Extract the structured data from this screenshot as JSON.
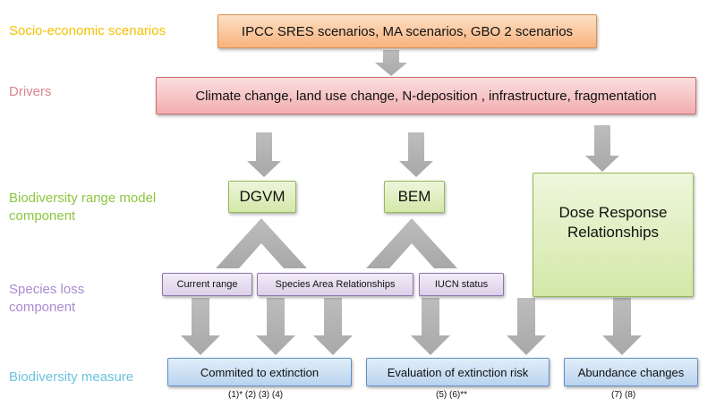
{
  "row_labels": {
    "socio_economic": "Socio-economic scenarios",
    "drivers": "Drivers",
    "range_model_line1": "Biodiversity range model",
    "range_model_line2": "component",
    "species_loss_line1": "Species loss",
    "species_loss_line2": "component",
    "measure": "Biodiversity measure"
  },
  "row_label_colors": {
    "socio_economic": "#f5c000",
    "drivers": "#d9868a",
    "range_model": "#8cc63f",
    "species_loss": "#a98bd3",
    "measure": "#6cc3e0"
  },
  "scenarios_box": "IPCC SRES scenarios, MA scenarios, GBO 2 scenarios",
  "drivers_box": "Climate change, land use change, N-deposition , infrastructure, fragmentation",
  "models": {
    "dgvm": "DGVM",
    "bem": "BEM",
    "dose_response_line1": "Dose Response",
    "dose_response_line2": "Relationships"
  },
  "species_loss": {
    "current_range": "Current range",
    "species_area": "Species Area Relationships",
    "iucn": "IUCN status"
  },
  "measures": {
    "committed": "Commited to extinction",
    "evaluation": "Evaluation of extinction risk",
    "abundance": "Abundance changes"
  },
  "notes": {
    "committed": "(1)* (2) (3) (4)",
    "evaluation": "(5) (6)**",
    "abundance": "(7) (8)"
  },
  "arrow_color": "#bdbdbd"
}
